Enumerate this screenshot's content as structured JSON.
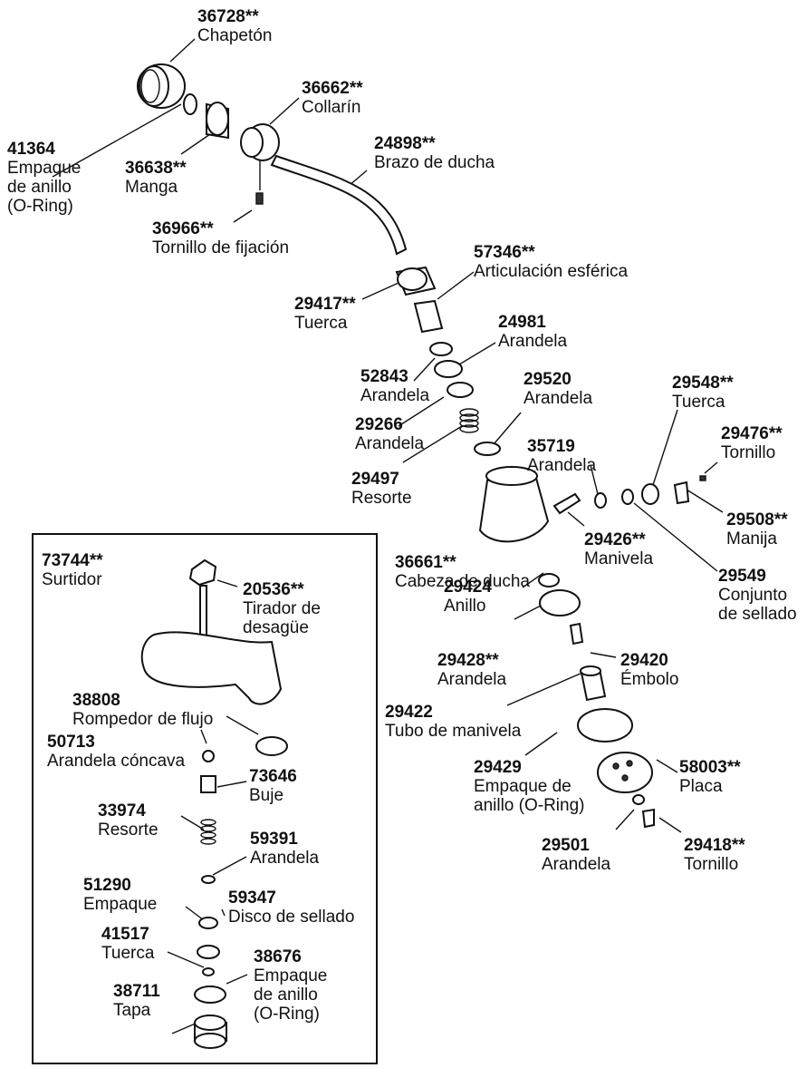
{
  "parts": {
    "chapeton": {
      "number": "36728**",
      "name": [
        "Chapetón"
      ]
    },
    "oring_top": {
      "number": "41364",
      "name": [
        "Empaque",
        "de anillo",
        "(O-Ring)"
      ]
    },
    "manga": {
      "number": "36638**",
      "name": [
        "Manga"
      ]
    },
    "collarin": {
      "number": "36662**",
      "name": [
        "Collarín"
      ]
    },
    "brazo": {
      "number": "24898**",
      "name": [
        "Brazo de ducha"
      ]
    },
    "tornillo_fij": {
      "number": "36966**",
      "name": [
        "Tornillo de fijación"
      ]
    },
    "articulacion": {
      "number": "57346**",
      "name": [
        "Articulación esférica"
      ]
    },
    "tuerca_29417": {
      "number": "29417**",
      "name": [
        "Tuerca"
      ]
    },
    "arandela_24981": {
      "number": "24981",
      "name": [
        "Arandela"
      ]
    },
    "arandela_52843": {
      "number": "52843",
      "name": [
        "Arandela"
      ]
    },
    "arandela_29520": {
      "number": "29520",
      "name": [
        "Arandela"
      ]
    },
    "arandela_29266": {
      "number": "29266",
      "name": [
        "Arandela"
      ]
    },
    "resorte_29497": {
      "number": "29497",
      "name": [
        "Resorte"
      ]
    },
    "arandela_35719": {
      "number": "35719",
      "name": [
        "Arandela"
      ]
    },
    "tuerca_29548": {
      "number": "29548**",
      "name": [
        "Tuerca"
      ]
    },
    "tornillo_29476": {
      "number": "29476**",
      "name": [
        "Tornillo"
      ]
    },
    "manija": {
      "number": "29508**",
      "name": [
        "Manija"
      ]
    },
    "manivela_29426": {
      "number": "29426**",
      "name": [
        "Manivela"
      ]
    },
    "cabeza": {
      "number": "36661**",
      "name": [
        "Cabeza de ducha"
      ]
    },
    "sellado_29549": {
      "number": "29549",
      "name": [
        "Conjunto",
        "de sellado"
      ]
    },
    "anillo_29424": {
      "number": "29424",
      "name": [
        "Anillo"
      ]
    },
    "arandela_29428": {
      "number": "29428**",
      "name": [
        "Arandela"
      ]
    },
    "embolo": {
      "number": "29420",
      "name": [
        "Émbolo"
      ]
    },
    "tubo_manivela": {
      "number": "29422",
      "name": [
        "Tubo de manivela"
      ]
    },
    "oring_29429": {
      "number": "29429",
      "name": [
        "Empaque de",
        "anillo (O-Ring)"
      ]
    },
    "placa": {
      "number": "58003**",
      "name": [
        "Placa"
      ]
    },
    "arandela_29501": {
      "number": "29501",
      "name": [
        "Arandela"
      ]
    },
    "tornillo_29418": {
      "number": "29418**",
      "name": [
        "Tornillo"
      ]
    },
    "surtidor": {
      "number": "73744**",
      "name": [
        "Surtidor"
      ]
    },
    "tirador": {
      "number": "20536**",
      "name": [
        "Tirador de",
        "desagüe"
      ]
    },
    "rompedor": {
      "number": "38808",
      "name": [
        "Rompedor de flujo"
      ]
    },
    "arandela_conc": {
      "number": "50713",
      "name": [
        "Arandela cóncava"
      ]
    },
    "buje": {
      "number": "73646",
      "name": [
        "Buje"
      ]
    },
    "resorte_33974": {
      "number": "33974",
      "name": [
        "Resorte"
      ]
    },
    "arandela_59391": {
      "number": "59391",
      "name": [
        "Arandela"
      ]
    },
    "empaque_51290": {
      "number": "51290",
      "name": [
        "Empaque"
      ]
    },
    "disco_sellado": {
      "number": "59347",
      "name": [
        "Disco de sellado"
      ]
    },
    "tuerca_41517": {
      "number": "41517",
      "name": [
        "Tuerca"
      ]
    },
    "oring_38676": {
      "number": "38676",
      "name": [
        "Empaque",
        "de anillo",
        "(O-Ring)"
      ]
    },
    "tapa": {
      "number": "38711",
      "name": [
        "Tapa"
      ]
    }
  }
}
